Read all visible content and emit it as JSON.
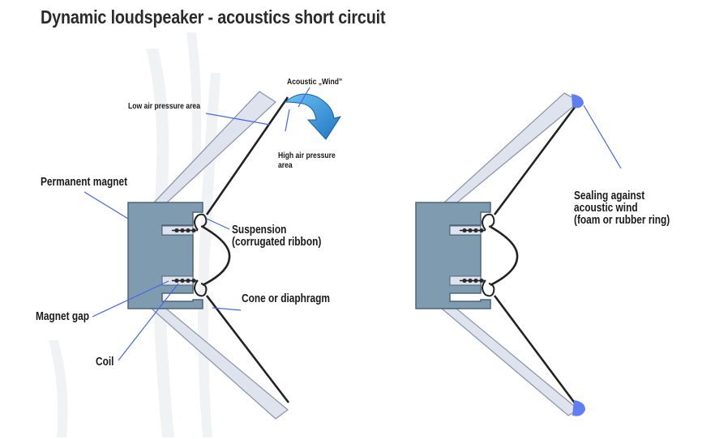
{
  "title": "Dynamic loudspeaker - acoustics short circuit",
  "labels": {
    "acoustic_wind": "Acoustic „Wind”",
    "low_pressure": "Low air pressure area",
    "high_pressure_1": "High air pressure",
    "high_pressure_2": "area",
    "permanent_magnet": "Permanent magnet",
    "suspension_1": "Suspension",
    "suspension_2": "(corrugated ribbon)",
    "cone": "Cone or diaphragm",
    "magnet_gap": "Magnet gap",
    "coil": "Coil",
    "sealing_1": "Sealing against",
    "sealing_2": "acoustic wind",
    "sealing_3": "(foam or rubber ring)"
  },
  "colors": {
    "frame_fill": "#dfe3ee",
    "frame_stroke": "#8f98ad",
    "magnet_fill": "#7f9bb0",
    "magnet_stroke": "#4d6478",
    "leader": "#4466ee",
    "arrow": "#3a9ad8",
    "seal": "#5f7ef2"
  }
}
